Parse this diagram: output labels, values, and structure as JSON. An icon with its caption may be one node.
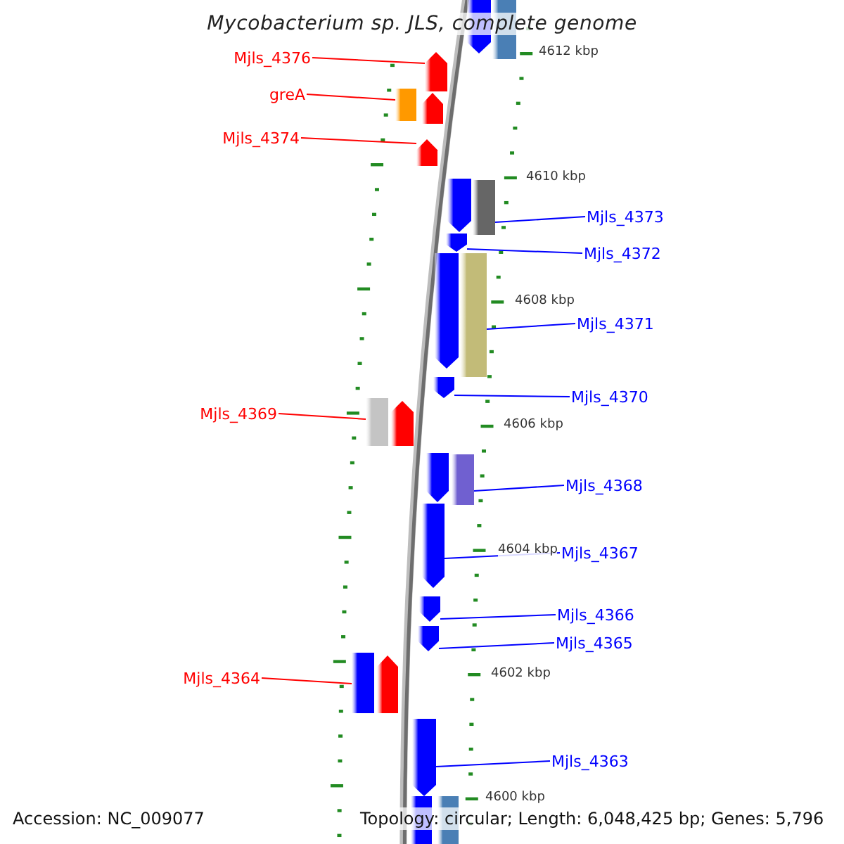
{
  "diagram": {
    "title": "Mycobacterium sp. JLS, complete genome",
    "nodes": [
      {
        "text": [
          "Mjls_4376"
        ]
      },
      {
        "text": [
          "greA"
        ]
      },
      {
        "text": [
          "Mjls_4374"
        ]
      },
      {
        "text": [
          "Mjls_4373"
        ]
      },
      {
        "text": [
          "Mjls_4372"
        ]
      },
      {
        "text": [
          "Mjls_4371"
        ]
      },
      {
        "text": [
          "Mjls_4370"
        ]
      },
      {
        "text": [
          "Mjls_4369"
        ]
      },
      {
        "text": [
          "Mjls_4368"
        ]
      },
      {
        "text": [
          "Mjls_4367"
        ]
      },
      {
        "text": [
          "Mjls_4366"
        ]
      },
      {
        "text": [
          "Mjls_4365"
        ]
      },
      {
        "text": [
          "Mjls_4364"
        ]
      },
      {
        "text": [
          "Mjls_4363"
        ]
      },
      {
        "text": [],
        "shape": "pentagon"
      },
      {
        "text": [],
        "shape": "box"
      },
      {
        "text": [],
        "shape": "pentagon"
      },
      {
        "text": [],
        "shape": "box"
      },
      {
        "text": [],
        "shape": "pentagon"
      },
      {
        "text": [],
        "shape": "pentagon"
      },
      {
        "text": [],
        "shape": "pentagon"
      },
      {
        "text": [],
        "shape": "box"
      },
      {
        "text": [],
        "shape": "pentagon"
      },
      {
        "text": [],
        "shape": "pentagon"
      },
      {
        "text": [],
        "shape": "box"
      },
      {
        "text": [],
        "shape": "pentagon"
      },
      {
        "text": [],
        "shape": "box"
      },
      {
        "text": [],
        "shape": "pentagon"
      },
      {
        "text": [],
        "shape": "pentagon"
      },
      {
        "text": [],
        "shape": "box"
      },
      {
        "text": [],
        "shape": "pentagon"
      },
      {
        "text": [],
        "shape": "pentagon"
      },
      {
        "text": [],
        "shape": "pentagon"
      },
      {
        "text": [],
        "shape": "box"
      },
      {
        "text": [],
        "shape": "pentagon"
      },
      {
        "text": [],
        "shape": "pentagon"
      },
      {
        "text": [],
        "shape": "box"
      },
      {
        "text": [],
        "shape": "box"
      }
    ],
    "edges": [
      {
        "from": 0,
        "to": 16,
        "arrow": "none",
        "color": "#ff0000"
      },
      {
        "from": 1,
        "to": 17,
        "arrow": "none",
        "color": "#ff0000"
      },
      {
        "from": 2,
        "to": 19,
        "arrow": "none",
        "color": "#ff0000"
      },
      {
        "from": 3,
        "to": 21,
        "arrow": "none"
      },
      {
        "from": 4,
        "to": 22,
        "arrow": "none"
      },
      {
        "from": 5,
        "to": 24,
        "arrow": "none"
      },
      {
        "from": 6,
        "to": 25,
        "arrow": "none"
      },
      {
        "from": 7,
        "to": 26,
        "arrow": "none",
        "color": "#ff0000"
      },
      {
        "from": 8,
        "to": 29,
        "arrow": "none"
      },
      {
        "from": 9,
        "to": 30,
        "arrow": "none"
      },
      {
        "from": 10,
        "to": 31,
        "arrow": "none"
      },
      {
        "from": 11,
        "to": 32,
        "arrow": "none"
      },
      {
        "from": 12,
        "to": 33,
        "arrow": "none",
        "color": "#ff0000"
      },
      {
        "from": 13,
        "to": 35,
        "arrow": "none"
      }
    ],
    "labels": [
      "4612 kbp",
      "4610 kbp",
      "4608 kbp",
      "4606 kbp",
      "4604 kbp",
      "4602 kbp",
      "4600 kbp",
      "Accession: NC_009077",
      "Topology: circular; Length: 6,048,425 bp; Genes: 5,796"
    ]
  }
}
